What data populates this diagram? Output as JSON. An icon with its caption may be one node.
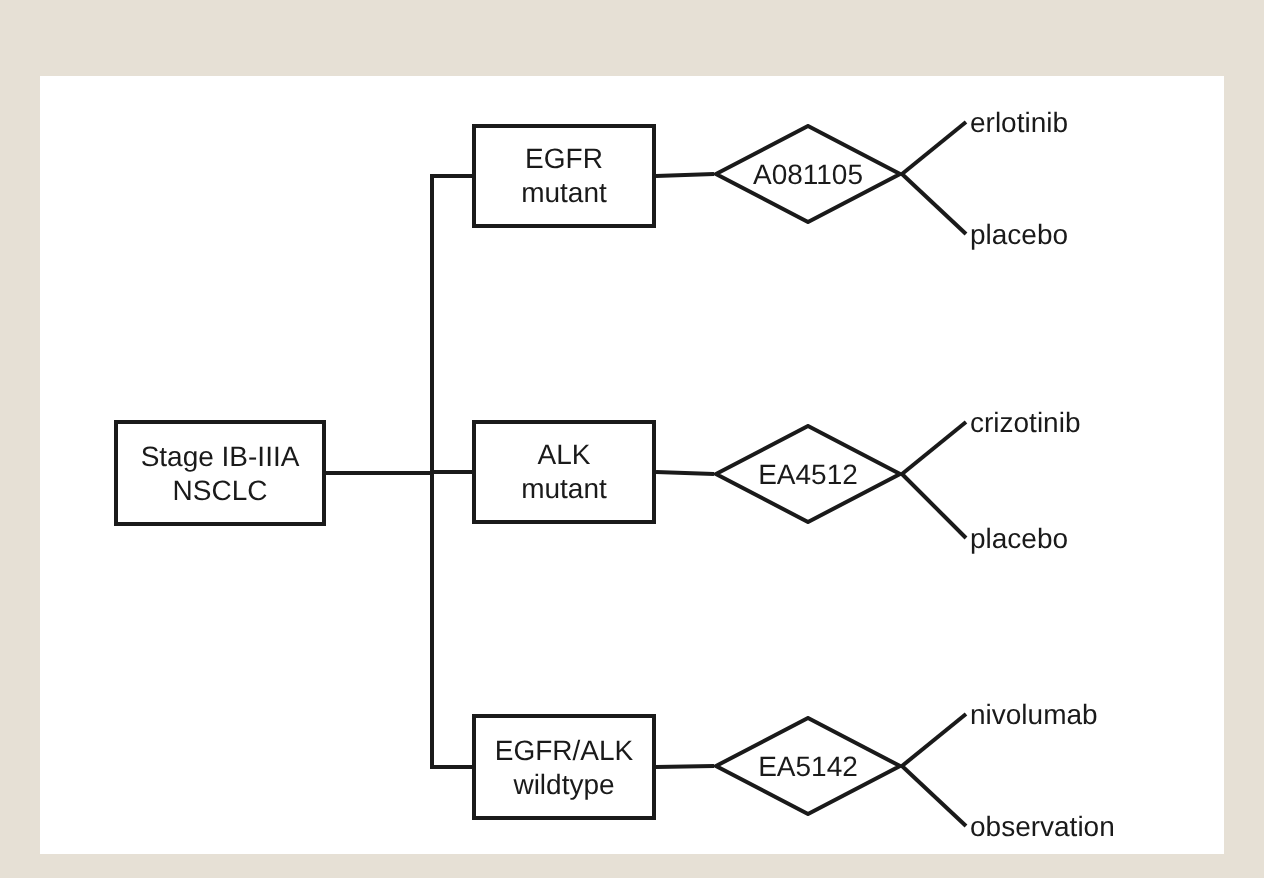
{
  "diagram": {
    "nodes": [
      {
        "text": [
          "Stage IB-IIIA NSCLC"
        ]
      },
      {
        "text": [
          "EGFR mutant"
        ]
      },
      {
        "text": [
          "A081105"
        ]
      },
      {
        "text": [
          "erlotinib"
        ]
      },
      {
        "text": [
          "placebo"
        ]
      },
      {
        "text": [
          "ALK mutant"
        ]
      },
      {
        "text": [
          "EA4512"
        ]
      },
      {
        "text": [
          "crizotinib"
        ]
      },
      {
        "text": [
          "placebo"
        ]
      },
      {
        "text": [
          "EGFR/ALK wildtype"
        ]
      },
      {
        "text": [
          "EA5142"
        ]
      },
      {
        "text": [
          "nivolumab"
        ]
      },
      {
        "text": [
          "observation"
        ]
      }
    ],
    "edges": [
      {
        "from": 0,
        "to": 1,
        "arrow": "none"
      },
      {
        "from": 0,
        "to": 5,
        "arrow": "none"
      },
      {
        "from": 0,
        "to": 9,
        "arrow": "none"
      },
      {
        "from": 1,
        "to": 2,
        "arrow": "none"
      },
      {
        "from": 2,
        "to": 3,
        "arrow": "none"
      },
      {
        "from": 2,
        "to": 4,
        "arrow": "none"
      },
      {
        "from": 5,
        "to": 6,
        "arrow": "none"
      },
      {
        "from": 6,
        "to": 7,
        "arrow": "none"
      },
      {
        "from": 6,
        "to": 8,
        "arrow": "none"
      },
      {
        "from": 9,
        "to": 10,
        "arrow": "none"
      },
      {
        "from": 10,
        "to": 11,
        "arrow": "none"
      },
      {
        "from": 10,
        "to": 12,
        "arrow": "none"
      }
    ]
  }
}
